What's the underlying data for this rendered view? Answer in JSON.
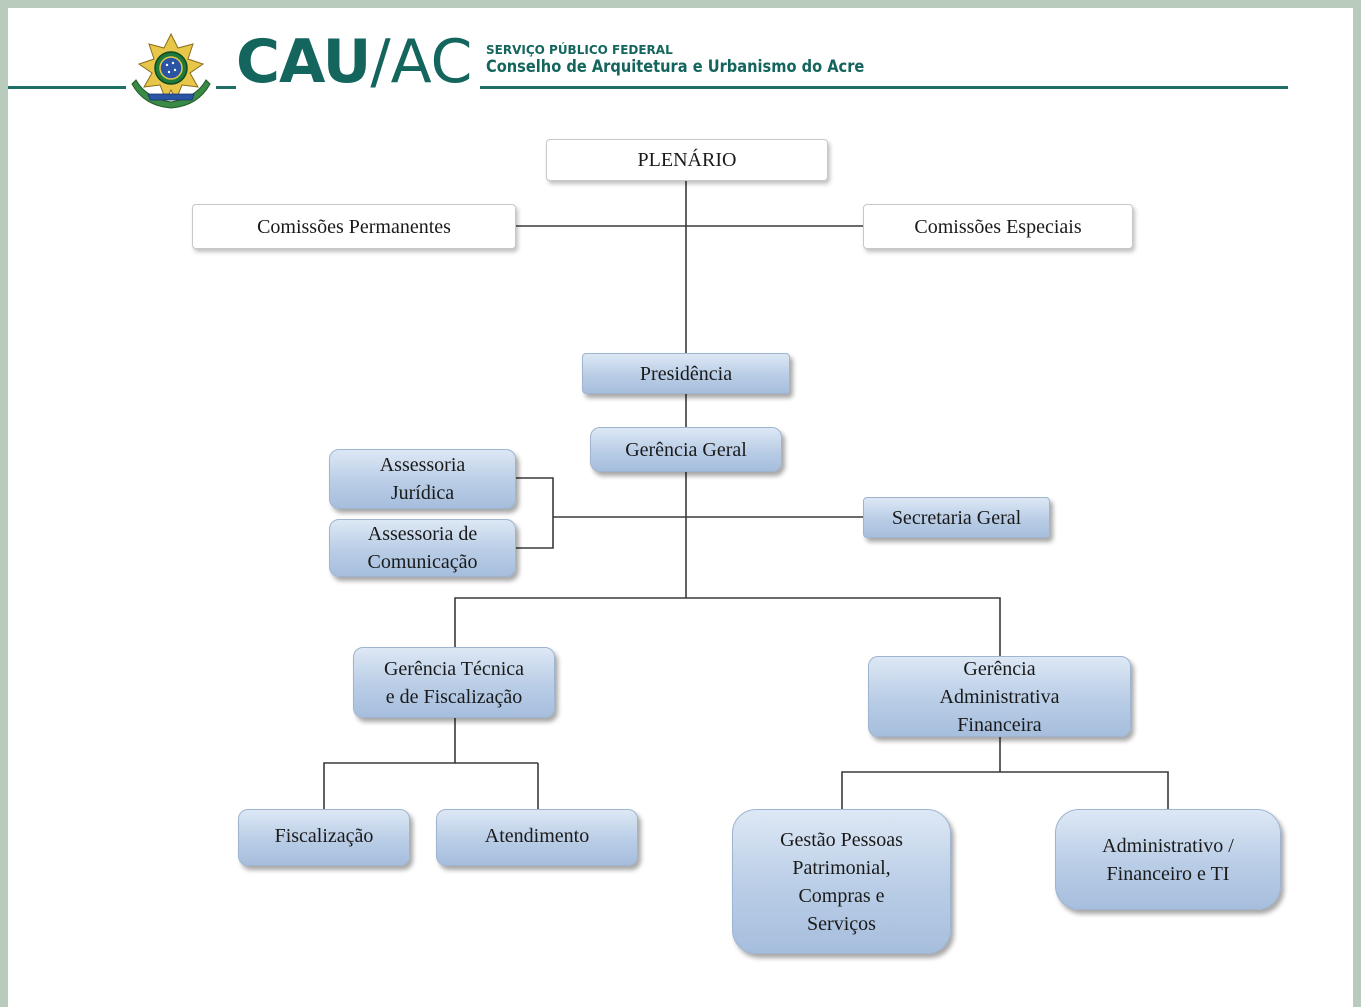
{
  "header": {
    "logo_main": "CAU",
    "logo_slash": "/",
    "logo_state": "AC",
    "subtitle_line1": "SERVIÇO PÚBLICO FEDERAL",
    "subtitle_line2": "Conselho de Arquitetura e Urbanismo do Acre",
    "brand_color": "#14655d",
    "emblem_icon": "brazil-coat-of-arms-icon"
  },
  "org_chart": {
    "plenario": "PLENÁRIO",
    "comissoes_permanentes": "Comissões  Permanentes",
    "comissoes_especiais": "Comissões  Especiais",
    "presidencia": "Presidência",
    "gerencia_geral": "Gerência  Geral",
    "assessoria_juridica": "Assessoria\nJurídica",
    "assessoria_comunicacao": "Assessoria  de\nComunicação",
    "secretaria_geral": "Secretaria  Geral",
    "gerencia_tecnica": "Gerência  Técnica\ne de Fiscalização",
    "gerencia_administrativa": "Gerência\nAdministrativa\nFinanceira",
    "fiscalizacao": "Fiscalização",
    "atendimento": "Atendimento",
    "gestao_pessoas": "Gestão Pessoas\nPatrimonial,\nCompras  e\nServiços",
    "administrativo_ti": "Administrativo  /\nFinanceiro  e TI"
  }
}
